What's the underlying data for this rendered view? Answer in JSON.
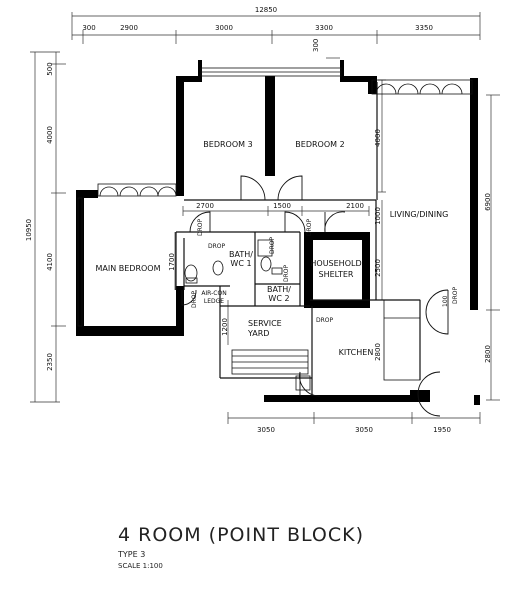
{
  "dimensions": {
    "overall_width": "12850",
    "top_segments": [
      "300",
      "2900",
      "3000",
      "3300",
      "3350"
    ],
    "small_300": "300",
    "overall_depth": "10950",
    "left_segments": [
      "500",
      "4000",
      "4100",
      "2350"
    ],
    "bedroom2_depth": "4000",
    "living_depth": "6900",
    "kitchen_depth": "2800",
    "mid_widths": [
      "2700",
      "1500",
      "2100"
    ],
    "mid_heights": [
      "1000",
      "1700",
      "2500",
      "1200",
      "2800"
    ],
    "bottom_segments": [
      "3050",
      "3050",
      "1950"
    ],
    "door_100": "100"
  },
  "rooms": {
    "bedroom3": "BEDROOM 3",
    "bedroom2": "BEDROOM 2",
    "living": "LIVING/DINING",
    "main_bedroom": "MAIN BEDROOM",
    "bath1": "BATH/\nWC 1",
    "bath2": "BATH/\nWC 2",
    "shelter": "HOUSEHOLD\nSHELTER",
    "aircon": "AIR-CON\nLEDGE",
    "service": "SERVICE\nYARD",
    "kitchen": "KITCHEN"
  },
  "labels": {
    "drop": "DROP"
  },
  "caption": {
    "title": "4 ROOM (POINT BLOCK)",
    "type": "TYPE 3",
    "scale": "SCALE   1:100"
  }
}
